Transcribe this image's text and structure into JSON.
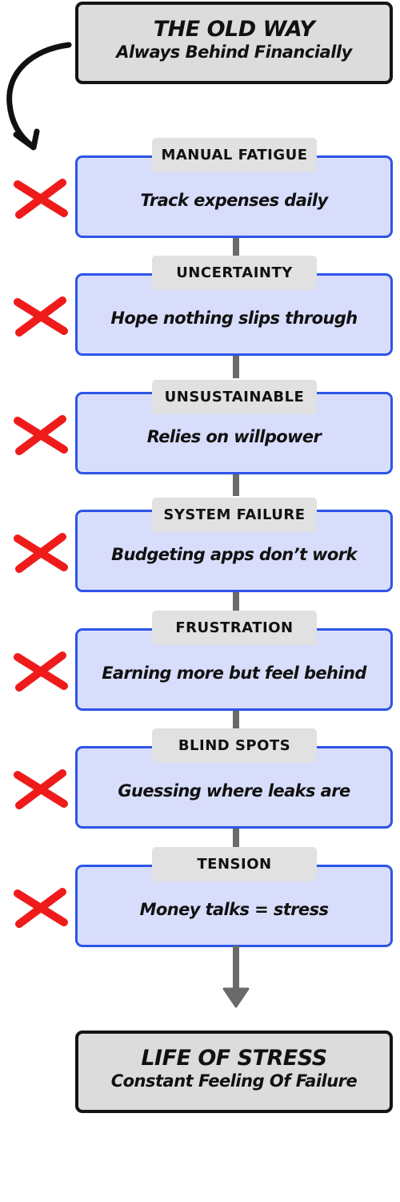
{
  "top": {
    "title": "THE OLD WAY",
    "subtitle": "Always Behind Financially"
  },
  "steps": [
    {
      "tag": "MANUAL FATIGUE",
      "text": "Track expenses daily"
    },
    {
      "tag": "UNCERTAINTY",
      "text": "Hope nothing slips through"
    },
    {
      "tag": "UNSUSTAINABLE",
      "text": "Relies on willpower"
    },
    {
      "tag": "SYSTEM FAILURE",
      "text": "Budgeting apps don’t work"
    },
    {
      "tag": "FRUSTRATION",
      "text": "Earning more but feel behind"
    },
    {
      "tag": "BLIND SPOTS",
      "text": "Guessing where leaks are"
    },
    {
      "tag": "TENSION",
      "text": "Money talks = stress"
    }
  ],
  "bottom": {
    "title": "LIFE OF STRESS",
    "subtitle": "Constant Feeling Of Failure"
  },
  "colors": {
    "step_fill": "#d8ddfb",
    "step_border": "#2d55e6",
    "tag_fill": "#e1e1e1",
    "terminal_fill": "#dcdcdc",
    "x_mark": "#ef1b1b",
    "connector": "#6a6a6a"
  },
  "icons": {
    "x_mark": "x-mark-icon",
    "curved_arrow": "curved-arrow-icon",
    "down_arrow": "down-arrow-icon"
  }
}
